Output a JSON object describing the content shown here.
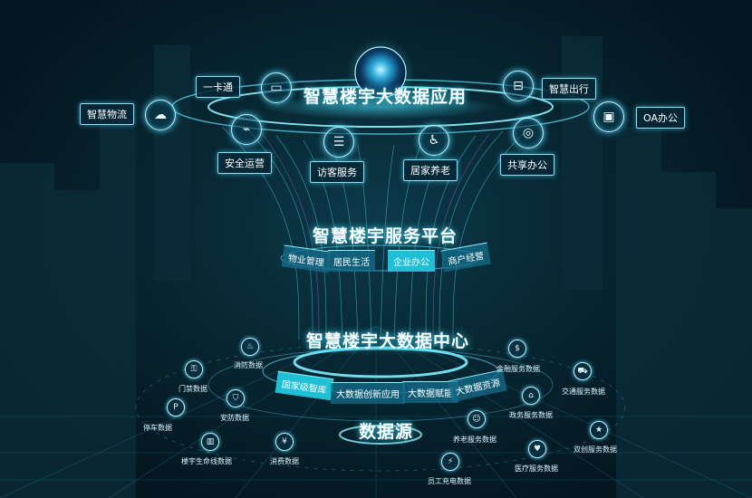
{
  "app": {
    "title": "智慧楼宇大数据应用",
    "items": [
      {
        "label": "一卡通",
        "icon": "card-icon"
      },
      {
        "label": "智慧物流",
        "icon": "cloud-truck-icon"
      },
      {
        "label": "安全运营",
        "icon": "monitor-chart-icon"
      },
      {
        "label": "访客服务",
        "icon": "visitor-card-icon"
      },
      {
        "label": "居家养老",
        "icon": "wheelchair-icon"
      },
      {
        "label": "共享办公",
        "icon": "shared-screen-icon"
      },
      {
        "label": "智慧出行",
        "icon": "bus-icon"
      },
      {
        "label": "OA办公",
        "icon": "id-card-icon"
      }
    ]
  },
  "platform": {
    "title": "智慧楼宇服务平台",
    "segments": [
      "物业管理",
      "居民生活",
      "企业办公",
      "商户经营"
    ]
  },
  "center": {
    "title": "智慧楼宇大数据中心",
    "segments": [
      "国家级智库",
      "大数据创新应用",
      "大数据赋能",
      "大数据资源"
    ]
  },
  "source": {
    "title": "数据源",
    "items": [
      {
        "label": "消防数据"
      },
      {
        "label": "门禁数据"
      },
      {
        "label": "安防数据"
      },
      {
        "label": "停车数据"
      },
      {
        "label": "楼宇生命线数据"
      },
      {
        "label": "消费数据"
      },
      {
        "label": "员工充电数据"
      },
      {
        "label": "养老服务数据"
      },
      {
        "label": "金融服务数据"
      },
      {
        "label": "交通服务数据"
      },
      {
        "label": "政务服务数据"
      },
      {
        "label": "医疗服务数据"
      },
      {
        "label": "双创服务数据"
      }
    ]
  }
}
